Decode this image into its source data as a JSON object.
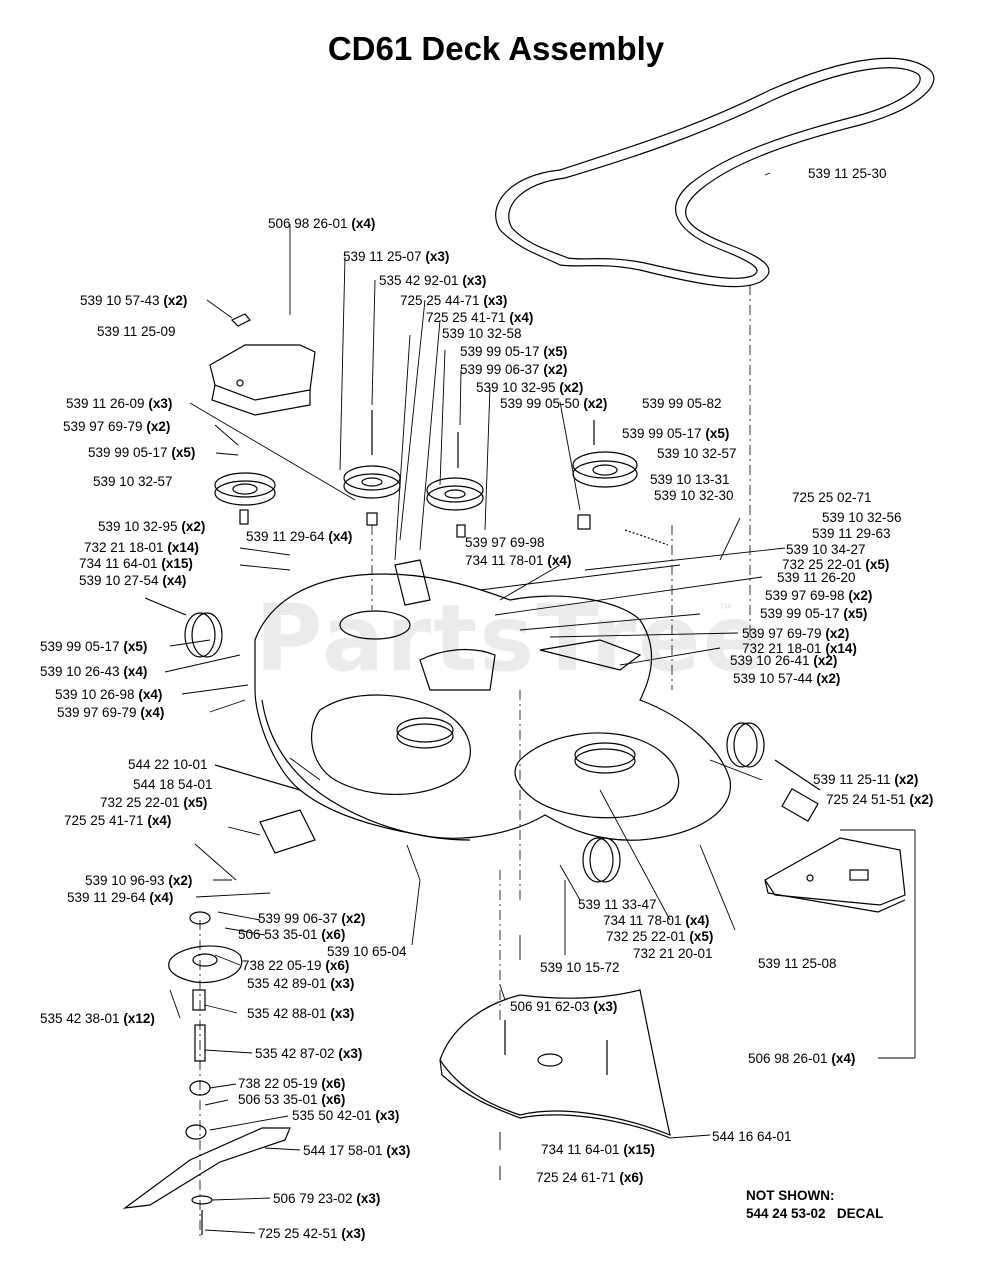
{
  "title": "CD61 Deck Assembly",
  "watermark": "PartsTree",
  "watermark_tm": "™",
  "not_shown": {
    "heading": "NOT SHOWN:",
    "part": "544 24 53-02",
    "desc": "DECAL"
  },
  "callouts": [
    {
      "part": "539 11 25-30",
      "qty": ""
    },
    {
      "part": "506 98 26-01",
      "qty": "(x4)"
    },
    {
      "part": "539 11 25-07",
      "qty": "(x3)"
    },
    {
      "part": "535 42 92-01",
      "qty": "(x3)"
    },
    {
      "part": "539 10 57-43",
      "qty": "(x2)"
    },
    {
      "part": "725 25 44-71",
      "qty": "(x3)"
    },
    {
      "part": "725 25 41-71",
      "qty": "(x4)"
    },
    {
      "part": "539 11 25-09",
      "qty": ""
    },
    {
      "part": "539 10 32-58",
      "qty": ""
    },
    {
      "part": "539 99 05-17",
      "qty": "(x5)"
    },
    {
      "part": "539 99 06-37",
      "qty": "(x2)"
    },
    {
      "part": "539 10 32-95",
      "qty": "(x2)"
    },
    {
      "part": "539 11 26-09",
      "qty": "(x3)"
    },
    {
      "part": "539 99 05-50",
      "qty": "(x2)"
    },
    {
      "part": "539 99 05-82",
      "qty": ""
    },
    {
      "part": "539 97 69-79",
      "qty": "(x2)"
    },
    {
      "part": "539 99 05-17",
      "qty": "(x5)"
    },
    {
      "part": "539 99 05-17",
      "qty": "(x5)"
    },
    {
      "part": "539 10 32-57",
      "qty": ""
    },
    {
      "part": "539 10 32-57",
      "qty": ""
    },
    {
      "part": "539 10 13-31",
      "qty": ""
    },
    {
      "part": "539 10 32-30",
      "qty": ""
    },
    {
      "part": "725 25 02-71",
      "qty": ""
    },
    {
      "part": "539 10 32-95",
      "qty": "(x2)"
    },
    {
      "part": "539 10 32-56",
      "qty": ""
    },
    {
      "part": "539 11 29-64",
      "qty": "(x4)"
    },
    {
      "part": "539 97 69-98",
      "qty": ""
    },
    {
      "part": "539 11 29-63",
      "qty": ""
    },
    {
      "part": "732 21 18-01",
      "qty": "(x14)"
    },
    {
      "part": "539 10 34-27",
      "qty": ""
    },
    {
      "part": "734 11 78-01",
      "qty": "(x4)"
    },
    {
      "part": "734 11 64-01",
      "qty": "(x15)"
    },
    {
      "part": "732 25 22-01",
      "qty": "(x5)"
    },
    {
      "part": "539 10 27-54",
      "qty": "(x4)"
    },
    {
      "part": "539 11 26-20",
      "qty": ""
    },
    {
      "part": "539 97 69-98",
      "qty": "(x2)"
    },
    {
      "part": "539 99 05-17",
      "qty": "(x5)"
    },
    {
      "part": "539 99 05-17",
      "qty": "(x5)"
    },
    {
      "part": "539 97 69-79",
      "qty": "(x2)"
    },
    {
      "part": "732 21 18-01",
      "qty": "(x14)"
    },
    {
      "part": "539 10 26-43",
      "qty": "(x4)"
    },
    {
      "part": "539 10 26-41",
      "qty": "(x2)"
    },
    {
      "part": "539 10 26-98",
      "qty": "(x4)"
    },
    {
      "part": "539 10 57-44",
      "qty": "(x2)"
    },
    {
      "part": "539 97 69-79",
      "qty": "(x4)"
    },
    {
      "part": "544 22 10-01",
      "qty": ""
    },
    {
      "part": "539 11 25-11",
      "qty": "(x2)"
    },
    {
      "part": "725 24 51-51",
      "qty": "(x2)"
    },
    {
      "part": "544 18 54-01",
      "qty": ""
    },
    {
      "part": "732 25 22-01",
      "qty": "(x5)"
    },
    {
      "part": "725 25 41-71",
      "qty": "(x4)"
    },
    {
      "part": "539 10 96-93",
      "qty": "(x2)"
    },
    {
      "part": "539 11 29-64",
      "qty": "(x4)"
    },
    {
      "part": "539 99 06-37",
      "qty": "(x2)"
    },
    {
      "part": "506 53 35-01",
      "qty": "(x6)"
    },
    {
      "part": "539 11 33-47",
      "qty": ""
    },
    {
      "part": "734 11 78-01",
      "qty": "(x4)"
    },
    {
      "part": "732 25 22-01",
      "qty": "(x5)"
    },
    {
      "part": "539 10 65-04",
      "qty": ""
    },
    {
      "part": "738 22 05-19",
      "qty": "(x6)"
    },
    {
      "part": "539 10 15-72",
      "qty": ""
    },
    {
      "part": "732 21 20-01",
      "qty": ""
    },
    {
      "part": "539 11 25-08",
      "qty": ""
    },
    {
      "part": "535 42 89-01",
      "qty": "(x3)"
    },
    {
      "part": "506 91 62-03",
      "qty": "(x3)"
    },
    {
      "part": "535 42 38-01",
      "qty": "(x12)"
    },
    {
      "part": "535 42 88-01",
      "qty": "(x3)"
    },
    {
      "part": "506 98 26-01",
      "qty": "(x4)"
    },
    {
      "part": "535 42 87-02",
      "qty": "(x3)"
    },
    {
      "part": "738 22 05-19",
      "qty": "(x6)"
    },
    {
      "part": "506 53 35-01",
      "qty": "(x6)"
    },
    {
      "part": "535 50 42-01",
      "qty": "(x3)"
    },
    {
      "part": "544 16 64-01",
      "qty": ""
    },
    {
      "part": "544 17 58-01",
      "qty": "(x3)"
    },
    {
      "part": "734 11 64-01",
      "qty": "(x15)"
    },
    {
      "part": "725 24 61-71",
      "qty": "(x6)"
    },
    {
      "part": "506 79 23-02",
      "qty": "(x3)"
    },
    {
      "part": "725 25 42-51",
      "qty": "(x3)"
    }
  ]
}
